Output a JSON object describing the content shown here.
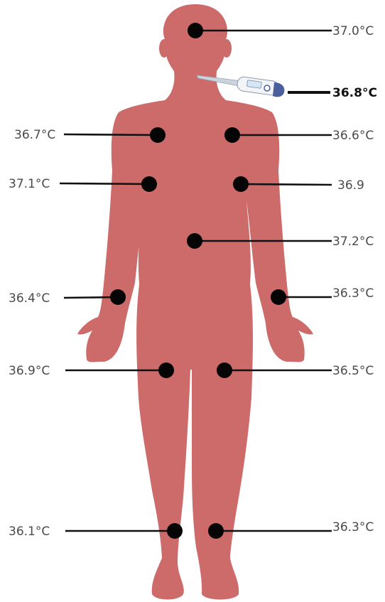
{
  "colors": {
    "body": "#cd6b6b",
    "marker": "#050505",
    "line": "#111111",
    "text": "#4a4a4a",
    "thermometer_body": "#f2f4f8",
    "thermometer_screen": "#d6e6f6",
    "thermometer_cap": "#4a5f9c"
  },
  "icons": {
    "body": "human-body-silhouette",
    "thermometer": "digital-thermometer-icon"
  },
  "readings": [
    {
      "id": "head",
      "label": "37.0°C"
    },
    {
      "id": "mouth",
      "label": "36.8°C",
      "emphasis": true
    },
    {
      "id": "right-shoulder",
      "label": "36.7°C"
    },
    {
      "id": "left-shoulder",
      "label": "36.6°C"
    },
    {
      "id": "right-armpit",
      "label": "37.1°C"
    },
    {
      "id": "left-armpit",
      "label": "36.9"
    },
    {
      "id": "abdomen",
      "label": "37.2°C"
    },
    {
      "id": "right-wrist",
      "label": "36.4°C"
    },
    {
      "id": "left-wrist",
      "label": "36.3°C"
    },
    {
      "id": "right-thigh",
      "label": "36.9°C"
    },
    {
      "id": "left-thigh",
      "label": "36.5°C"
    },
    {
      "id": "right-ankle",
      "label": "36.1°C"
    },
    {
      "id": "left-ankle",
      "label": "36.3°C"
    }
  ]
}
